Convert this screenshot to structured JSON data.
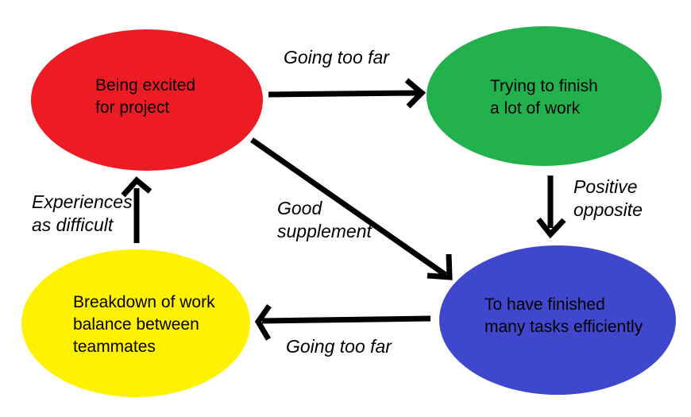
{
  "canvas": {
    "background": "#ffffff"
  },
  "colors": {
    "arrow": "#000000",
    "text": "#000000"
  },
  "nodes": [
    {
      "name": "being-excited",
      "lines": [
        "Being excited",
        "for project"
      ],
      "color": "#ED1C24"
    },
    {
      "name": "trying-to-finish",
      "lines": [
        "Trying to finish",
        "a lot of work"
      ],
      "color": "#22B14C"
    },
    {
      "name": "breakdown-of-work",
      "lines": [
        "Breakdown of work",
        "balance between",
        "teammates"
      ],
      "color": "#FFF200"
    },
    {
      "name": "finished-tasks",
      "lines": [
        "To have finished",
        "many tasks efficiently"
      ],
      "color": "#3F48CC"
    }
  ],
  "edges": [
    {
      "from": "being-excited",
      "to": "trying-to-finish",
      "label_lines": [
        "Going too far"
      ]
    },
    {
      "from": "trying-to-finish",
      "to": "finished-tasks",
      "label_lines": [
        "Positive",
        "opposite"
      ]
    },
    {
      "from": "being-excited",
      "to": "finished-tasks",
      "label_lines": [
        "Good",
        "supplement"
      ]
    },
    {
      "from": "finished-tasks",
      "to": "breakdown-of-work",
      "label_lines": [
        "Going too far"
      ]
    },
    {
      "from": "breakdown-of-work",
      "to": "being-excited",
      "label_lines": [
        "Experiences",
        "as difficult"
      ]
    }
  ]
}
